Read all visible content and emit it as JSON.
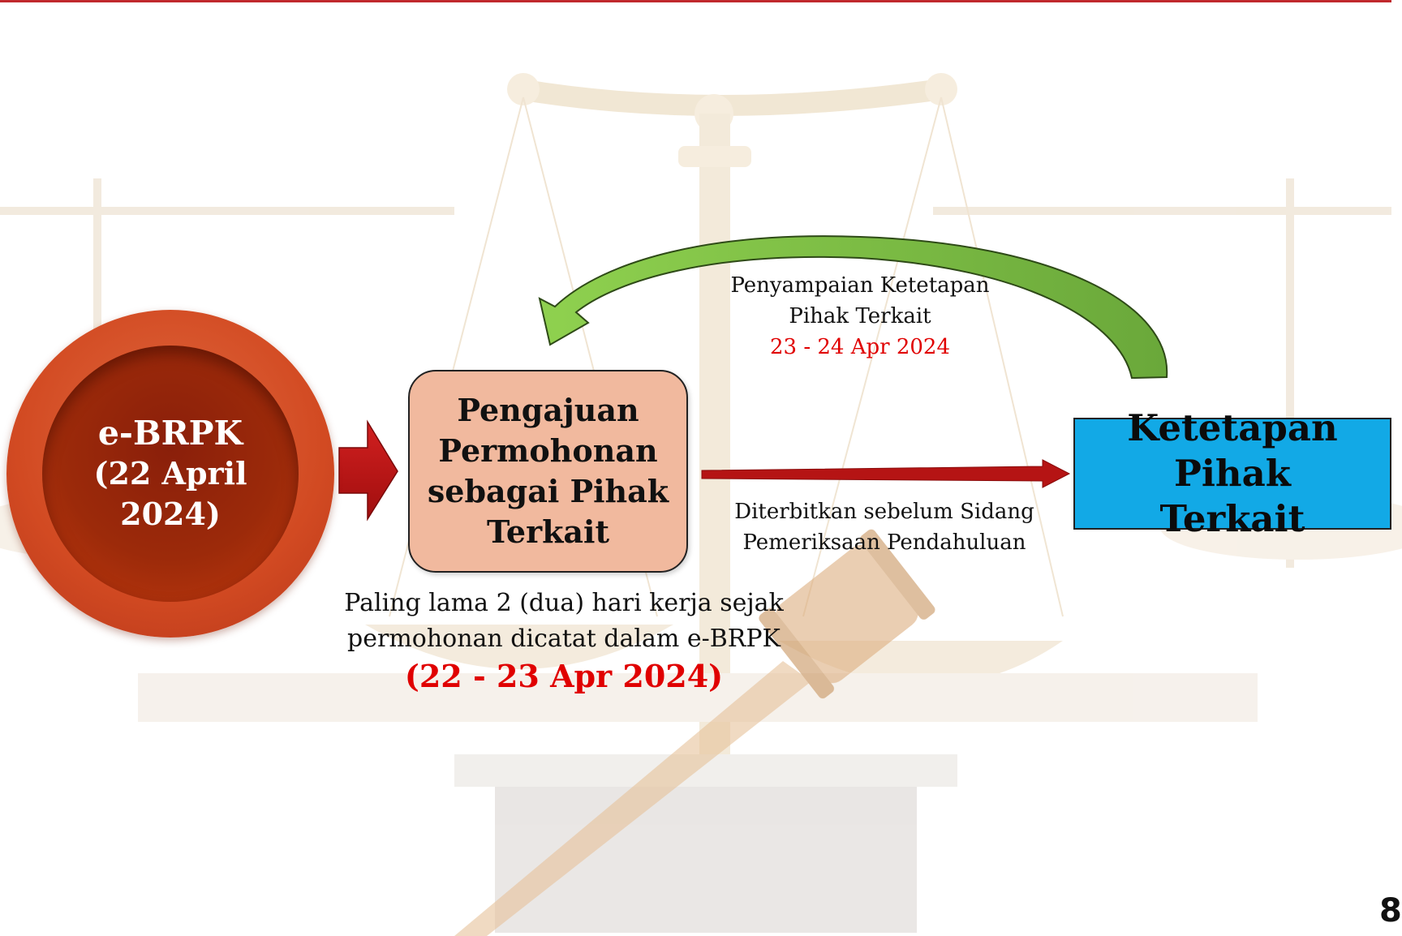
{
  "circle": {
    "title": "e-BRPK",
    "date": "(22 April 2024)"
  },
  "box_peach": {
    "label": "Pengajuan Permohonan sebagai Pihak Terkait"
  },
  "box_blue": {
    "label": "Ketetapan Pihak Terkait"
  },
  "arrow_back_note": {
    "line1": "Penyampaian Ketetapan",
    "line2": "Pihak Terkait",
    "date": "23 - 24 Apr 2024"
  },
  "arrow_forward_note": {
    "line1": "Diterbitkan sebelum Sidang",
    "line2": "Pemeriksaan Pendahuluan"
  },
  "deadline_note": {
    "line1": "Paling lama 2 (dua) hari kerja sejak",
    "line2": "permohonan dicatat dalam e-BRPK",
    "date": "(22 - 23 Apr 2024)"
  },
  "page_number": "8",
  "colors": {
    "accent_red": "#c0282d",
    "date_red": "#e00000",
    "peach": "#f1b99e",
    "blue": "#12a9e6",
    "green": "#7cc242"
  },
  "background_image": "faded scales of justice and gavel",
  "icons": [
    "scales-of-justice-icon",
    "gavel-icon"
  ]
}
